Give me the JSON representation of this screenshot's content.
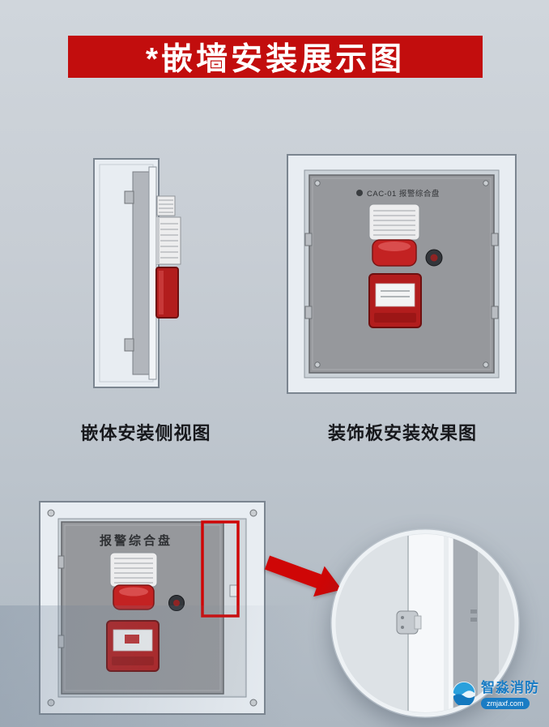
{
  "banner": {
    "title": "*嵌墙安装展示图"
  },
  "figures": {
    "side_view": {
      "caption": "嵌体安装侧视图"
    },
    "front_view": {
      "caption": "装饰板安装效果图",
      "panel_header": "CAC-01 报警综合盘"
    },
    "bottom_view": {
      "panel_title": "报警综合盘"
    }
  },
  "watermark": {
    "brand": "智淼消防",
    "site": "zmjaxf.com"
  },
  "colors": {
    "banner_red": "#c20d0d",
    "device_red": "#b21d1d",
    "highlight_red": "#cf0606",
    "panel_gray": "#96989c",
    "brand_blue": "#1a7cc4"
  }
}
